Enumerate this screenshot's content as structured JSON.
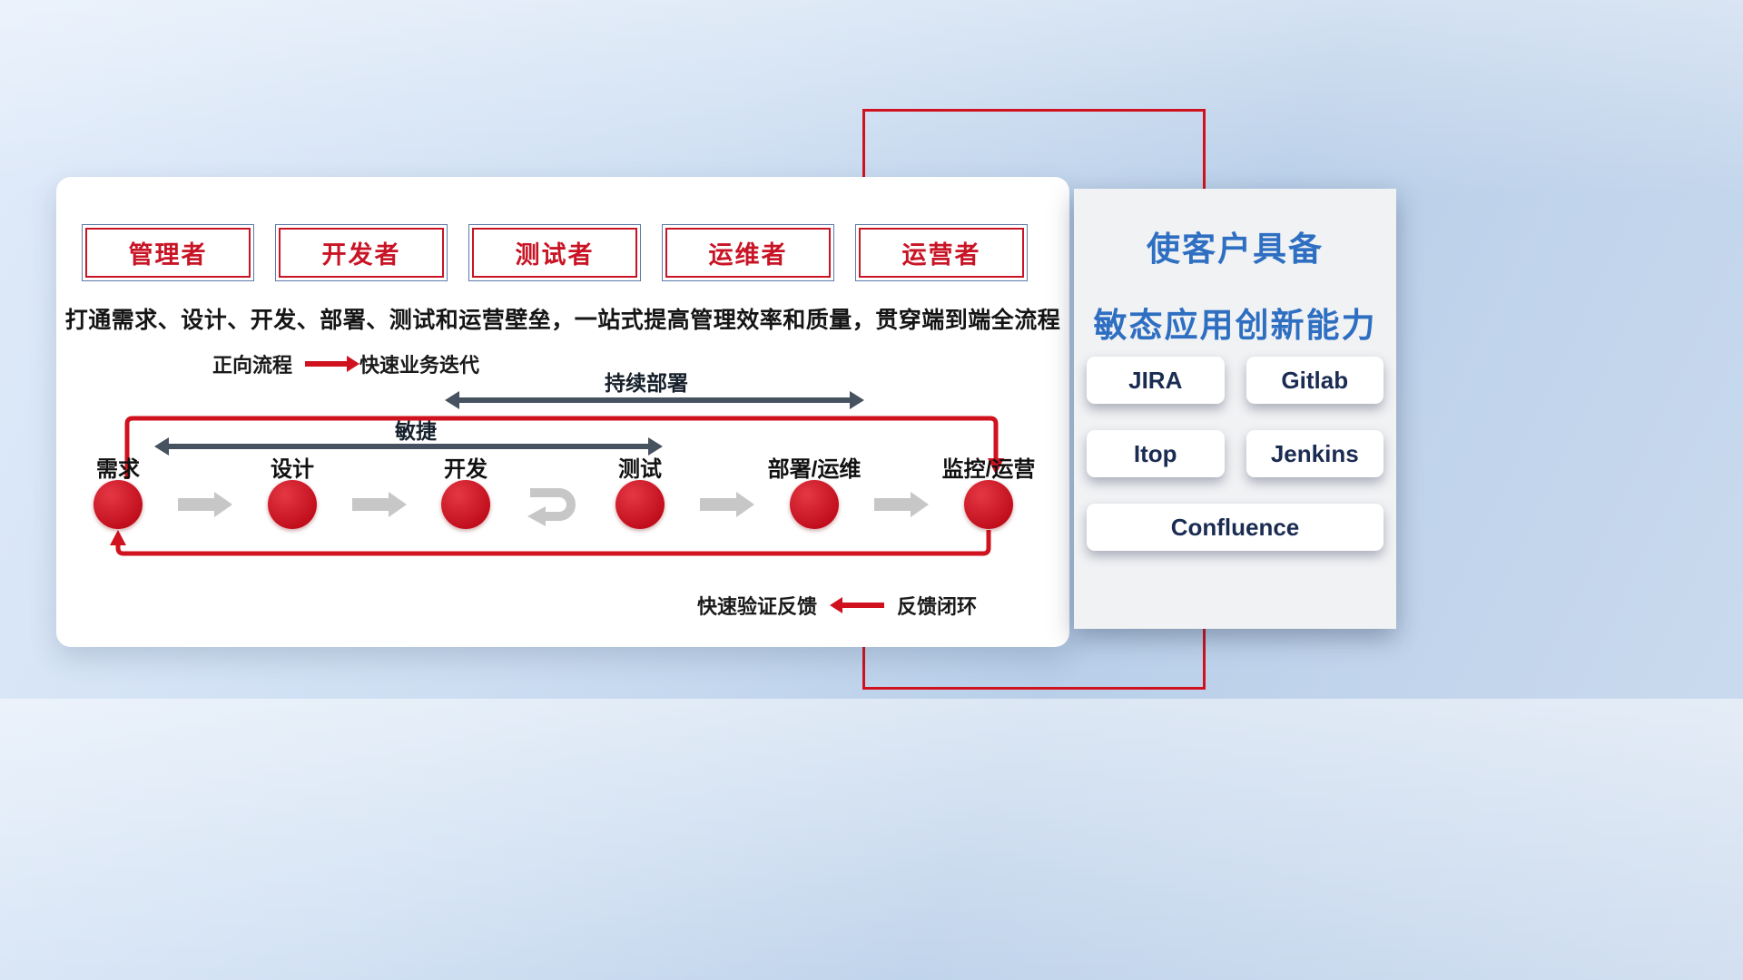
{
  "card": {
    "roles": [
      {
        "label": "管理者"
      },
      {
        "label": "开发者"
      },
      {
        "label": "测试者"
      },
      {
        "label": "运维者"
      },
      {
        "label": "运营者"
      }
    ],
    "description": "打通需求、设计、开发、部署、测试和运营壁垒，一站式提高管理效率和质量，贯穿端到端全流程",
    "forward_legend": {
      "label": "正向流程",
      "value": "快速业务迭代"
    },
    "feedback_legend": {
      "label": "快速验证反馈",
      "value": "反馈闭环"
    },
    "continuous_deploy_label": "持续部署",
    "agile_label": "敏捷",
    "nodes": [
      {
        "label": "需求"
      },
      {
        "label": "设计"
      },
      {
        "label": "开发"
      },
      {
        "label": "测试"
      },
      {
        "label": "部署/运维"
      },
      {
        "label": "监控/运营"
      }
    ]
  },
  "panel": {
    "title_line1": "使客户具备",
    "title_line2": "敏态应用创新能力",
    "tools": [
      {
        "label": "JIRA"
      },
      {
        "label": "Gitlab"
      },
      {
        "label": "Itop"
      },
      {
        "label": "Jenkins"
      },
      {
        "label": "Confluence"
      }
    ]
  },
  "colors": {
    "accent_red": "#d0121f",
    "role_red": "#c81425",
    "arrow_gray": "#c7c7c7",
    "arrow_dark": "#46525f",
    "title_blue": "#2e6fc2",
    "tool_text": "#1b2c53"
  }
}
